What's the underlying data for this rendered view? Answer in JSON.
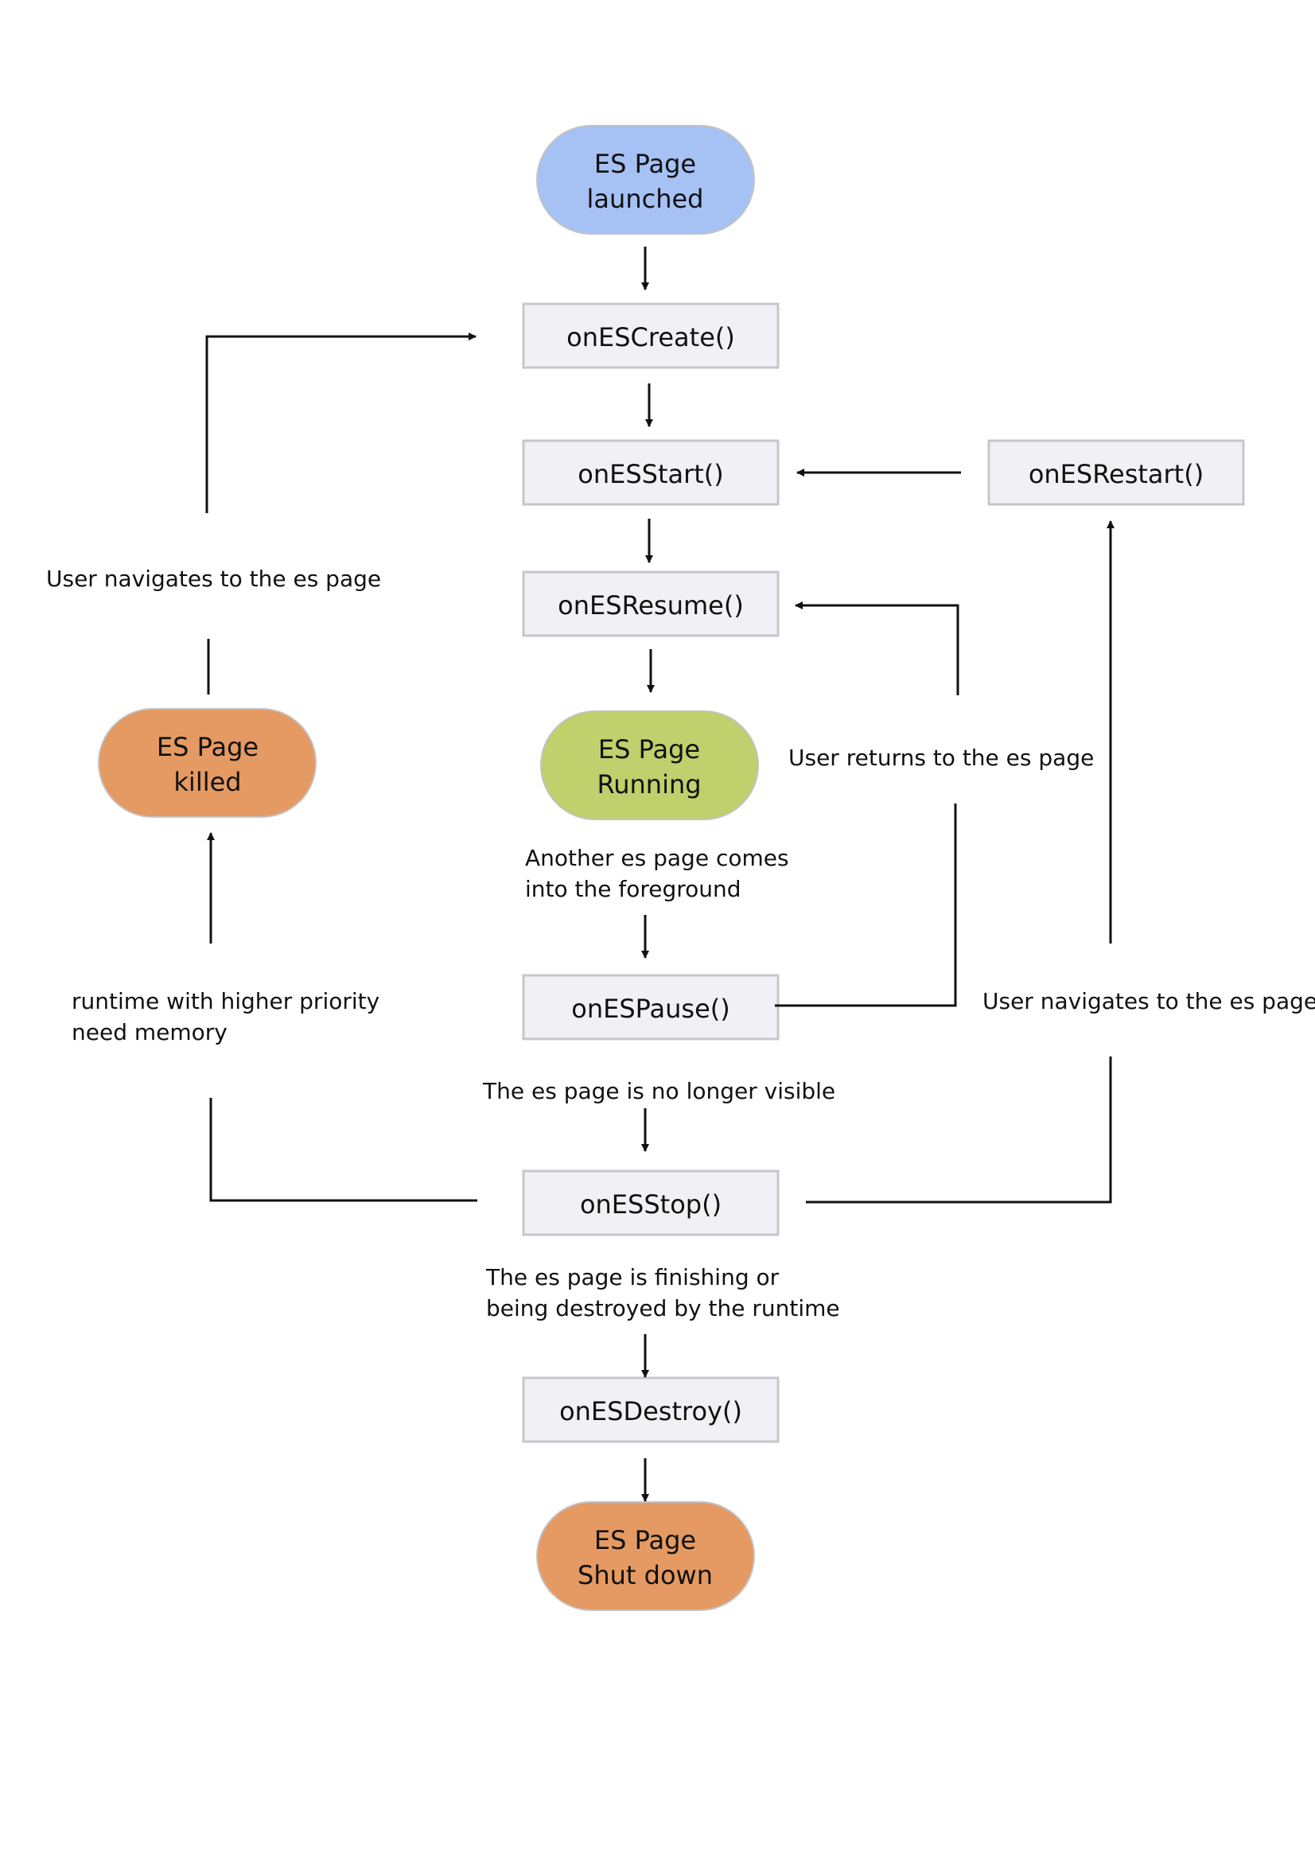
{
  "colors": {
    "launched": "#a6c1f4",
    "running": "#bfd06c",
    "killed": "#e49a62",
    "shutdown": "#e49a62",
    "method_fill": "#f1f0f4",
    "method_stroke": "#c8c6cc",
    "line": "#111111"
  },
  "nodes": {
    "launched": {
      "line1": "ES Page",
      "line2": "launched"
    },
    "running": {
      "line1": "ES Page",
      "line2": "Running"
    },
    "killed": {
      "line1": "ES Page",
      "line2": "killed"
    },
    "shutdown": {
      "line1": "ES Page",
      "line2": "Shut down"
    },
    "on_create": "onESCreate()",
    "on_start": "onESStart()",
    "on_restart": "onESRestart()",
    "on_resume": "onESResume()",
    "on_pause": "onESPause()",
    "on_stop": "onESStop()",
    "on_destroy": "onESDestroy()"
  },
  "labels": {
    "user_navigates_left": "User navigates to the es page",
    "user_returns": "User returns to the es page",
    "another_page": {
      "line1": "Another  es page comes",
      "line2": "into the foreground"
    },
    "runtime_memory": {
      "line1": "runtime with higher priority",
      "line2": "need memory"
    },
    "user_navigates_right": "User navigates to the es page",
    "no_longer_visible": "The es page is no longer visible",
    "finishing": {
      "line1": "The es page is finishing or",
      "line2": "being destroyed by the runtime"
    }
  }
}
